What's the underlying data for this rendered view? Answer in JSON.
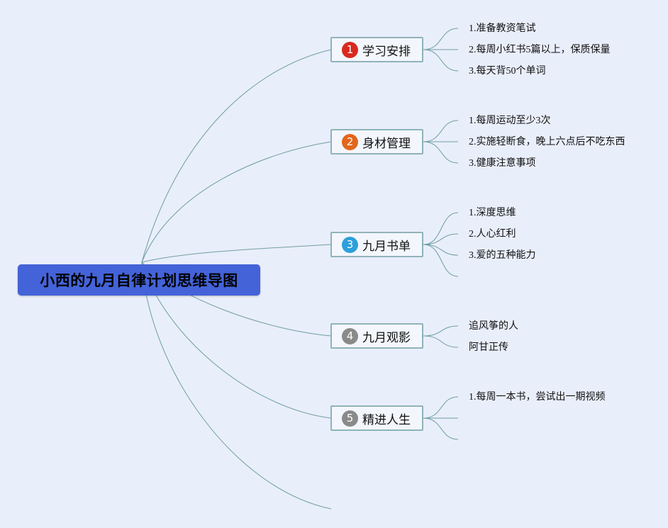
{
  "root": {
    "title": "小西的九月自律计划思维导图"
  },
  "branches": [
    {
      "number": "1",
      "label": "学习安排",
      "badge_color": "#d9291e",
      "items": [
        "1.准备教资笔试",
        "2.每周小红书5篇以上，保质保量",
        "3.每天背50个单词"
      ]
    },
    {
      "number": "2",
      "label": "身材管理",
      "badge_color": "#e2661b",
      "items": [
        "1.每周运动至少3次",
        "2.实施轻断食，晚上六点后不吃东西",
        "3.健康注意事项"
      ]
    },
    {
      "number": "3",
      "label": "九月书单",
      "badge_color": "#2d9fd9",
      "items": [
        "1.深度思维",
        "2.人心红利",
        "3.爱的五种能力"
      ]
    },
    {
      "number": "4",
      "label": "九月观影",
      "badge_color": "#8a8a8a",
      "items": [
        "追风筝的人",
        "阿甘正传"
      ]
    },
    {
      "number": "5",
      "label": "精进人生",
      "badge_color": "#8a8a8a",
      "items": [
        "1.每周一本书，尝试出一期视频"
      ]
    }
  ],
  "colors": {
    "background": "#e9eefb",
    "root_fill": "#4463d8",
    "connector": "#6f9ea3",
    "branch_border": "#8fb3b9"
  }
}
